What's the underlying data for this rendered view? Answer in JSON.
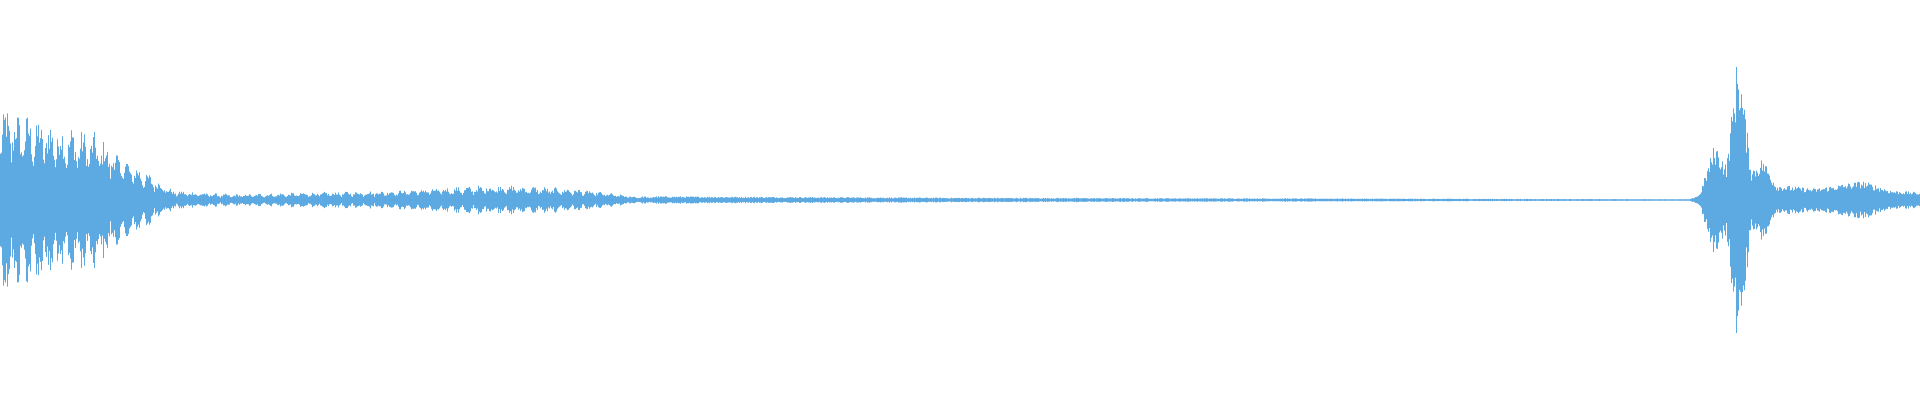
{
  "waveform": {
    "color": "#5DA9E2",
    "background": "#FFFFFF",
    "duration_fraction_shown": 1.0,
    "envelope": [
      {
        "t": 0.0,
        "amp": 0.5
      },
      {
        "t": 0.01,
        "amp": 0.46
      },
      {
        "t": 0.03,
        "amp": 0.4
      },
      {
        "t": 0.05,
        "amp": 0.35
      },
      {
        "t": 0.065,
        "amp": 0.22
      },
      {
        "t": 0.08,
        "amp": 0.12
      },
      {
        "t": 0.09,
        "amp": 0.05
      },
      {
        "t": 0.12,
        "amp": 0.03
      },
      {
        "t": 0.2,
        "amp": 0.05
      },
      {
        "t": 0.26,
        "amp": 0.08
      },
      {
        "t": 0.3,
        "amp": 0.06
      },
      {
        "t": 0.33,
        "amp": 0.02
      },
      {
        "t": 0.5,
        "amp": 0.012
      },
      {
        "t": 0.7,
        "amp": 0.008
      },
      {
        "t": 0.88,
        "amp": 0.004
      },
      {
        "t": 0.885,
        "amp": 0.03
      },
      {
        "t": 0.893,
        "amp": 0.3
      },
      {
        "t": 0.899,
        "amp": 0.18
      },
      {
        "t": 0.905,
        "amp": 0.78
      },
      {
        "t": 0.912,
        "amp": 0.16
      },
      {
        "t": 0.918,
        "amp": 0.22
      },
      {
        "t": 0.925,
        "amp": 0.08
      },
      {
        "t": 0.945,
        "amp": 0.06
      },
      {
        "t": 0.97,
        "amp": 0.1
      },
      {
        "t": 0.985,
        "amp": 0.05
      },
      {
        "t": 1.0,
        "amp": 0.04
      }
    ]
  }
}
